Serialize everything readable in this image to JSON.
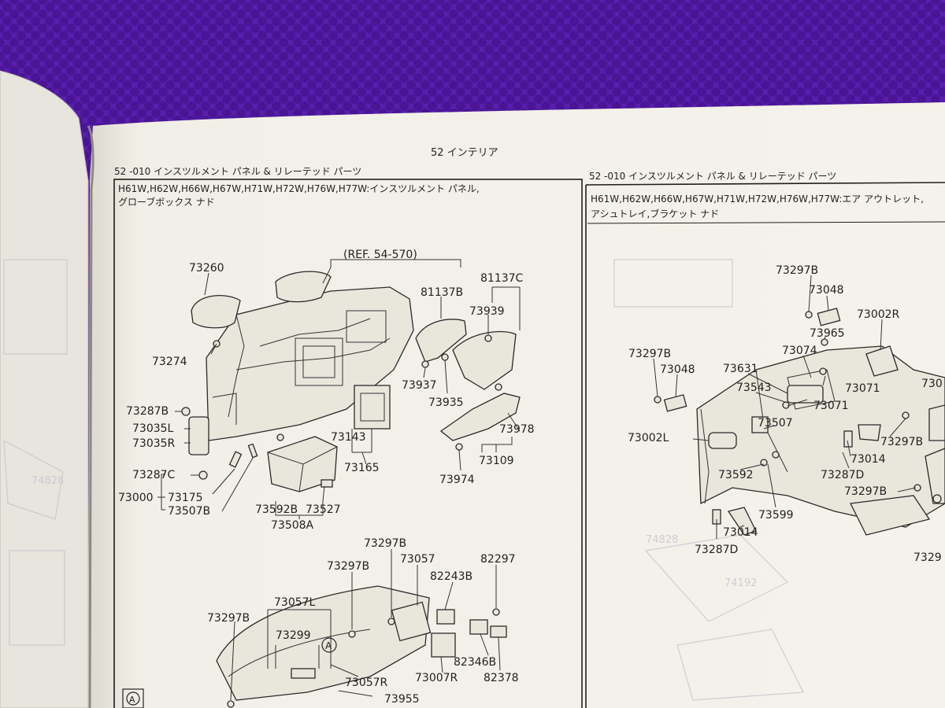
{
  "page": {
    "title": "52 インテリア",
    "left_section": "52 -010 インスツルメント パネル & リレーテッド パーツ",
    "left_models": "H61W,H62W,H66W,H67W,H71W,H72W,H76W,H77W:インスツルメント パネル,",
    "left_models_line2": "グローブボックス ナド",
    "right_section": "52 -010 インスツルメント パネル & リレーテッド パーツ",
    "right_models": "H61W,H62W,H66W,H67W,H71W,H72W,H76W,H77W:エア アウトレット,",
    "right_models_line2": "アシュトレイ,ブラケット ナド",
    "ref_note": "(REF. 54-570)",
    "marker_a": "A"
  },
  "left_labels": {
    "l73260": "73260",
    "l73274": "73274",
    "l81137B": "81137B",
    "l81137C": "81137C",
    "l73939": "73939",
    "l73937": "73937",
    "l73935": "73935",
    "l73287B": "73287B",
    "l73035L": "73035L",
    "l73035R": "73035R",
    "l73143": "73143",
    "l73978": "73978",
    "l73165": "73165",
    "l73109": "73109",
    "l73287C": "73287C",
    "l73974": "73974",
    "l73000": "73000",
    "l73175": "73175",
    "l73507B": "73507B",
    "l73592B": "73592B",
    "l73527": "73527",
    "l73508A": "73508A",
    "l73297B_a": "73297B",
    "l73297B_b": "73297B",
    "l73057": "73057",
    "l82297": "82297",
    "l82243B": "82243B",
    "l73057L": "73057L",
    "l73297B_c": "73297B",
    "l73299": "73299",
    "l82346B": "82346B",
    "l73057R": "73057R",
    "l73007R": "73007R",
    "l82378": "82378",
    "l73955": "73955"
  },
  "right_labels": {
    "r73297B_a": "73297B",
    "r73048_a": "73048",
    "r73002R": "73002R",
    "r73965": "73965",
    "r73297B_b": "73297B",
    "r73074": "73074",
    "r73048_b": "73048",
    "r73631": "73631",
    "r73071_a": "73071",
    "r73543": "73543",
    "r73071_b": "73071",
    "r73507": "73507",
    "r73002L": "73002L",
    "r73297B_c": "73297B",
    "r73014_a": "73014",
    "r73592": "73592",
    "r73287D_a": "73287D",
    "r73599": "73599",
    "r73297B_d": "73297B",
    "r73014_b": "73014",
    "r73287D_b": "73287D",
    "r7329_cut": "7329",
    "r730_cut": "730"
  },
  "colors": {
    "background": "#5b1fb0",
    "paper": "#f2f0e8",
    "ink": "#222222"
  }
}
